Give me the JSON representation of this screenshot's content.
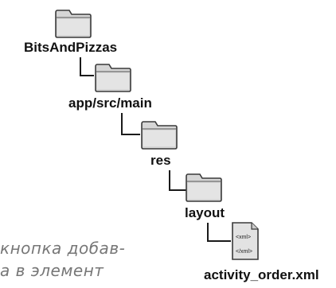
{
  "tree": {
    "root_label": "BitsAndPizzas",
    "app_label": "app/src/main",
    "res_label": "res",
    "layout_label": "layout",
    "file_label": "activity_order.xml",
    "file_icon_tag_open": "<xml>",
    "file_icon_tag_close": "</xml>"
  },
  "notes": {
    "line1": "кнопка добав-",
    "line2": "а в элемент"
  },
  "colors": {
    "folder_fill": "#d9d9d9",
    "folder_stroke": "#3a3a3a",
    "connector": "#1a1a1a",
    "note_text": "#777777"
  }
}
